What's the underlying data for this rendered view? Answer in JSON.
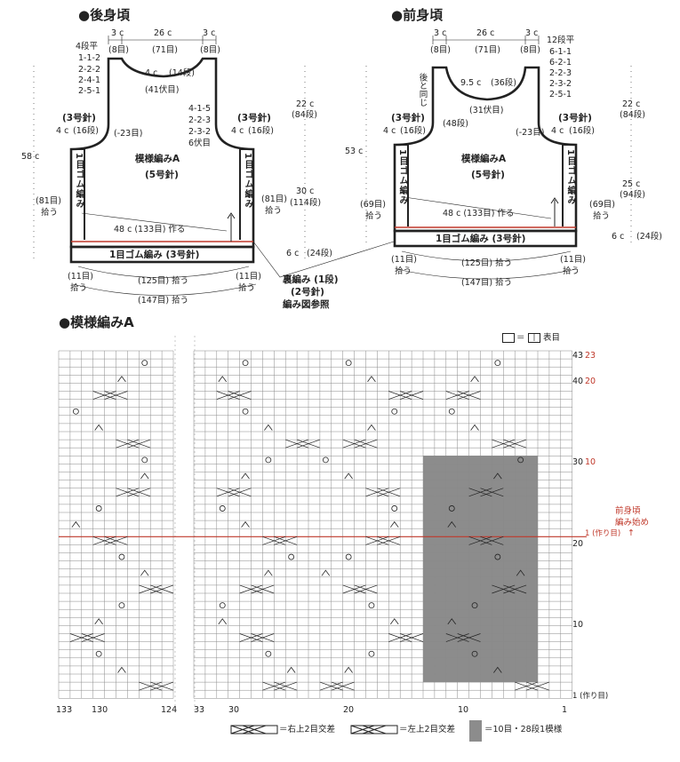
{
  "back": {
    "title": "●後身頃",
    "top_dims": [
      "3 c",
      "26 c",
      "3 c"
    ],
    "top_sts": [
      "(8目)",
      "(71目)",
      "(8目)"
    ],
    "neck_dec_left": [
      "4段平",
      "1-1-2",
      "2-2-2",
      "2-4-1",
      "2-5-1"
    ],
    "neck_depth": "4 c",
    "neck_rows": "(14段)",
    "neck_bind": "(41伏目)",
    "armhole_dec": [
      "4-1-5",
      "2-2-3",
      "2-3-2",
      "6伏目"
    ],
    "rib_left_needle": "(3号針)",
    "rib_left_w": "4 c",
    "rib_left_rows": "(16段)",
    "rib_right_needle": "(3号針)",
    "rib_right_w": "4 c",
    "rib_right_rows": "(16段)",
    "dec_note": "(-23目)",
    "pattern_label": "模様編みA",
    "pattern_needle": "(5号針)",
    "side_rib": "1目ゴム編み",
    "left_pickup": "(81目)",
    "left_pickup2": "拾う",
    "right_pickup": "(81目)",
    "right_pickup2": "拾う",
    "cast_on": "48 c (133目) 作る",
    "bottom_rib": "1目ゴム編み (3号針)",
    "total_h": "58 c",
    "h1": "22 c",
    "h1_rows": "(84段)",
    "h2": "30 c",
    "h2_rows": "(114段)",
    "h3": "6 c",
    "h3_rows": "(24段)",
    "bl_pick": "(11目)",
    "bl_pick2": "拾う",
    "bm_pick": "(125目) 拾う",
    "br_pick": "(11目)",
    "br_pick2": "拾う",
    "total_pick": "(147目) 拾う"
  },
  "purl_note": [
    "裏編み (1段)",
    "(2号針)",
    "編み図参照"
  ],
  "front": {
    "title": "●前身頃",
    "top_dims": [
      "3 c",
      "26 c",
      "3 c"
    ],
    "top_sts": [
      "(8目)",
      "(71目)",
      "(8目)"
    ],
    "neck_dec_right": [
      "12段平",
      "6-1-1",
      "6-2-1",
      "2-2-3",
      "2-3-2",
      "2-5-1"
    ],
    "same_as_back": "後と同じ",
    "neck_depth": "9.5 c",
    "neck_rows": "(36段)",
    "neck_bind": "(31伏目)",
    "arm_rows": "(48段)",
    "rib_left_needle": "(3号針)",
    "rib_left_w": "4 c",
    "rib_left_rows": "(16段)",
    "rib_right_needle": "(3号針)",
    "rib_right_w": "4 c",
    "rib_right_rows": "(16段)",
    "dec_note": "(-23目)",
    "pattern_label": "模様編みA",
    "pattern_needle": "(5号針)",
    "side_rib": "1目ゴム編み",
    "left_pickup": "(69目)",
    "left_pickup2": "拾う",
    "right_pickup": "(69目)",
    "right_pickup2": "拾う",
    "cast_on": "48 c (133目) 作る",
    "bottom_rib": "1目ゴム編み (3号針)",
    "total_h": "53 c",
    "h1": "22 c",
    "h1_rows": "(84段)",
    "h2": "25 c",
    "h2_rows": "(94段)",
    "h3": "6 c",
    "h3_rows": "(24段)",
    "bl_pick": "(11目)",
    "bl_pick2": "拾う",
    "bm_pick": "(125目) 拾う",
    "br_pick": "(11目)",
    "br_pick2": "拾う",
    "total_pick": "(147目) 拾う"
  },
  "chart": {
    "title": "●模様編みA",
    "legend_empty": "＝",
    "legend_knit": "表目",
    "row_labels": [
      {
        "row": "43",
        "alt": "23"
      },
      {
        "row": "40",
        "alt": "20"
      },
      {
        "row": "30",
        "alt": "10"
      },
      {
        "row": "20",
        "alt": ""
      },
      {
        "row": "10",
        "alt": ""
      }
    ],
    "start_label": "1 (作り目)",
    "start_label2": "1 (作り目)",
    "front_start": [
      "前身頃",
      "編み始め"
    ],
    "col_labels": [
      "133",
      "130",
      "124",
      "33",
      "30",
      "20",
      "10",
      "1"
    ],
    "key_right": "＝右上2目交差",
    "key_left": "＝左上2目交差",
    "key_repeat": "＝10目・28段1模様"
  },
  "colors": {
    "line": "#222222",
    "red": "#c0392b",
    "grid": "#8a8a8a",
    "repeat": "#8c8c8c"
  }
}
